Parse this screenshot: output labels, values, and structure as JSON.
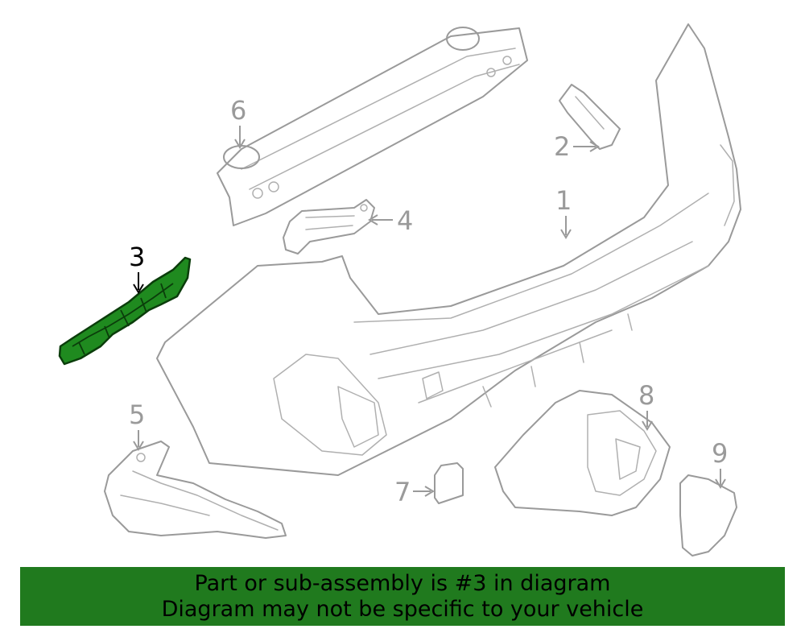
{
  "diagram": {
    "callouts": [
      {
        "id": "1",
        "label": "1",
        "highlighted": false
      },
      {
        "id": "2",
        "label": "2",
        "highlighted": false
      },
      {
        "id": "3",
        "label": "3",
        "highlighted": true
      },
      {
        "id": "4",
        "label": "4",
        "highlighted": false
      },
      {
        "id": "5",
        "label": "5",
        "highlighted": false
      },
      {
        "id": "6",
        "label": "6",
        "highlighted": false
      },
      {
        "id": "7",
        "label": "7",
        "highlighted": false
      },
      {
        "id": "8",
        "label": "8",
        "highlighted": false
      },
      {
        "id": "9",
        "label": "9",
        "highlighted": false
      }
    ],
    "colors": {
      "line_art": "#9a9a9a",
      "highlight_fill": "#1f8a1f",
      "banner_background": "#207a1e"
    }
  },
  "banner": {
    "line1": "Part or sub-assembly is #3 in diagram",
    "line2": "Diagram may not be specific to your vehicle"
  }
}
